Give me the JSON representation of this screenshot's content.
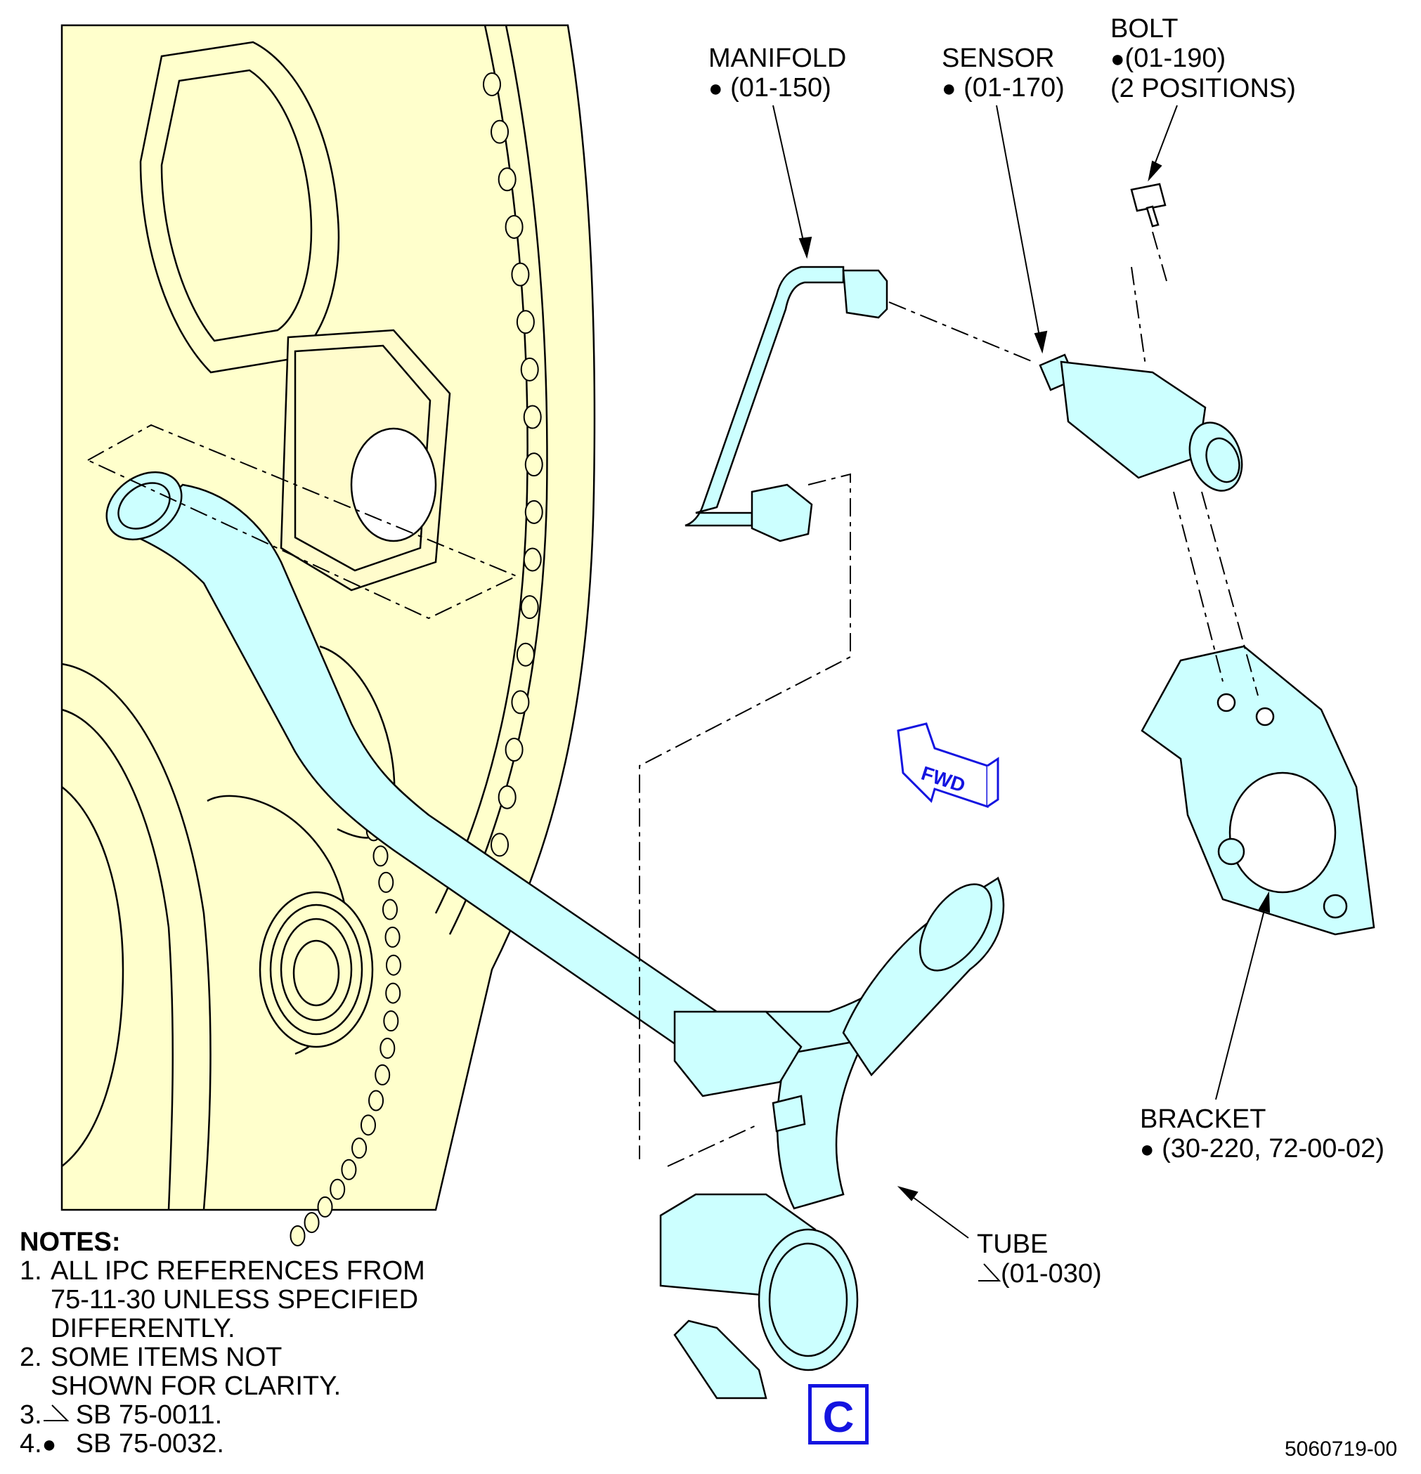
{
  "callouts": {
    "manifold": {
      "name": "MANIFOLD",
      "ref": "(01-150)"
    },
    "sensor": {
      "name": "SENSOR",
      "ref": "(01-170)"
    },
    "bolt": {
      "name": "BOLT",
      "ref": "(01-190)",
      "note": "(2 POSITIONS)"
    },
    "bracket": {
      "name": "BRACKET",
      "ref": "(30-220, 72-00-02)"
    },
    "tube": {
      "name": "TUBE",
      "ref": "(01-030)"
    }
  },
  "notes": {
    "title": "NOTES:",
    "items": [
      {
        "num": "1.",
        "lines": [
          "ALL IPC REFERENCES FROM",
          "75-11-30 UNLESS SPECIFIED",
          "DIFFERENTLY."
        ]
      },
      {
        "num": "2.",
        "lines": [
          "SOME ITEMS NOT",
          "SHOWN FOR CLARITY."
        ]
      },
      {
        "num": "3.",
        "text": "SB 75-0011."
      },
      {
        "num": "4.",
        "text": "SB 75-0032."
      }
    ]
  },
  "fwd_label": "FWD",
  "view_label": "C",
  "figure_number": "5060719-00",
  "colors": {
    "engine_fill": "#ffffcc",
    "part_fill": "#ccffff",
    "accent": "#1414e0",
    "line": "#000000"
  }
}
